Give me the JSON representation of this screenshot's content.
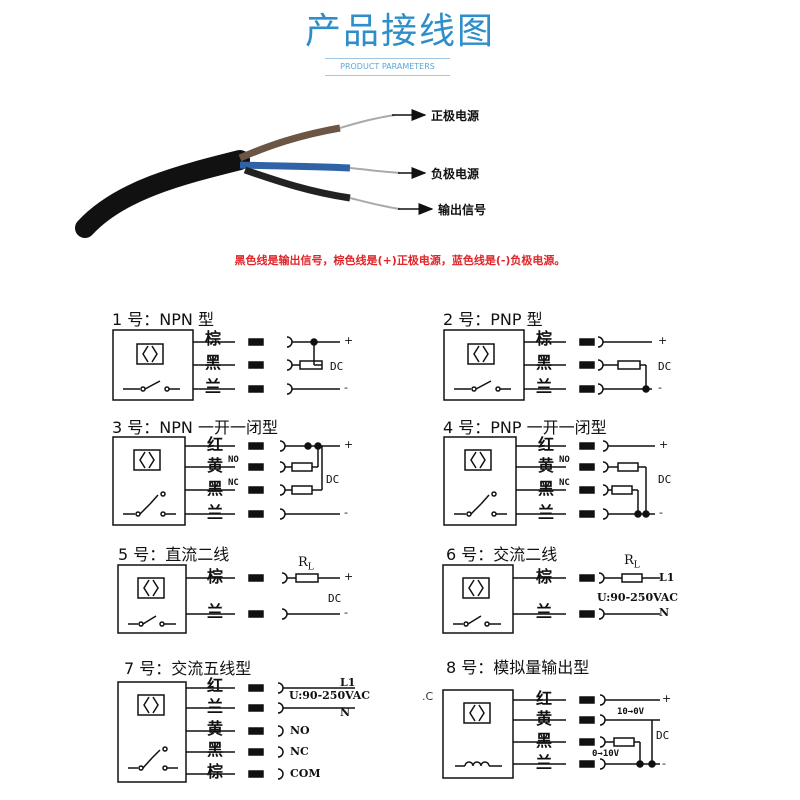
{
  "title": "产品接线图",
  "subtitle": "PRODUCT PARAMETERS",
  "cable": {
    "labels": [
      "正极电源",
      "负极电源",
      "输出信号"
    ],
    "note": "黑色线是输出信号，棕色线是(+)正极电源，蓝色线是(-)负极电源。"
  },
  "diagrams": [
    {
      "title": "1 号：NPN 型",
      "wires": [
        "棕",
        "黑",
        "兰"
      ],
      "terminals": [
        "+",
        "DC",
        "-"
      ]
    },
    {
      "title": "2 号：PNP 型",
      "wires": [
        "棕",
        "黑",
        "兰"
      ],
      "terminals": [
        "+",
        "DC",
        "-"
      ]
    },
    {
      "title": "3 号：NPN 一开一闭型",
      "wires": [
        "红",
        "黄",
        "黑",
        "兰"
      ],
      "contacts": [
        "NO",
        "NC"
      ],
      "terminals": [
        "+",
        "DC",
        "-"
      ]
    },
    {
      "title": "4 号：PNP 一开一闭型",
      "wires": [
        "红",
        "黄",
        "黑",
        "兰"
      ],
      "contacts": [
        "NO",
        "NC"
      ],
      "terminals": [
        "+",
        "DC",
        "-"
      ]
    },
    {
      "title": "5 号：直流二线",
      "wires": [
        "棕",
        "兰"
      ],
      "load": "R",
      "load_sub": "L",
      "terminals": [
        "+",
        "DC",
        "-"
      ]
    },
    {
      "title": "6 号：交流二线",
      "wires": [
        "棕",
        "兰"
      ],
      "load": "R",
      "load_sub": "L",
      "terminals": [
        "L1",
        "U:90-250VAC",
        "N"
      ]
    },
    {
      "title": "7 号：交流五线型",
      "wires": [
        "红",
        "兰",
        "黄",
        "黑",
        "棕"
      ],
      "terminals": [
        "L1",
        "U:90-250VAC",
        "N",
        "NO",
        "NC",
        "COM"
      ]
    },
    {
      "title": "8 号：模拟量输出型",
      "wires": [
        "红",
        "黄",
        "黑",
        "兰"
      ],
      "terminals": [
        "+",
        "10→0V",
        "DC",
        "0→10V",
        "-"
      ]
    }
  ],
  "edge_text": ".C",
  "colors": {
    "title": "#2d8ec9",
    "note": "#e0262b",
    "line": "#111111"
  }
}
